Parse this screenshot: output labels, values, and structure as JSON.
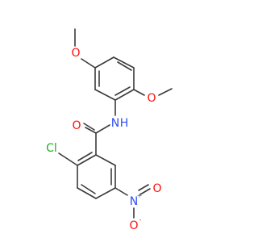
{
  "structure": {
    "atoms": {
      "o_methoxy_top": "O",
      "o_methoxy_right": "O",
      "nh": "N",
      "nh_h": "H",
      "o_carbonyl": "O",
      "cl": "Cl",
      "n_nitro": "N",
      "n_nitro_charge": "+",
      "o_nitro_right": "O",
      "o_nitro_bottom": "O",
      "o_nitro_charge": "-"
    },
    "colors": {
      "bond": "#3a3a3a",
      "oxygen": "#ff0d0d",
      "nitrogen": "#3050f8",
      "chlorine": "#1fb01f",
      "carbon": "#3a3a3a"
    }
  }
}
